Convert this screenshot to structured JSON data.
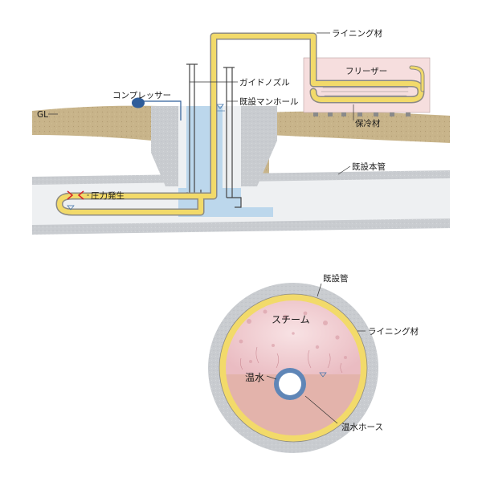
{
  "labels": {
    "gl": "GL",
    "lining_top": "ライニング材",
    "freezer": "フリーザー",
    "guide_nozzle": "ガイドノズル",
    "compressor": "コンプレッサー",
    "existing_manhole": "既設マンホール",
    "cold_insulation": "保冷材",
    "existing_main_pipe": "既設本管",
    "pressure_generation": "圧力発生",
    "existing_pipe": "既設管",
    "steam": "スチーム",
    "lining_bottom": "ライニング材",
    "hot_water": "温水",
    "hot_water_hose": "温水ホース"
  },
  "colors": {
    "ground": "#c8b48a",
    "pipe_gray": "#c9ccd0",
    "pipe_inner": "#eef0f2",
    "water_blue": "#bcd7ec",
    "liner_yellow": "#f2da6a",
    "liner_outline": "#8c8a84",
    "freezer_pink": "#f6dede",
    "compressor_blue": "#2f5d9a",
    "arrow_red": "#d6262b",
    "steam_pink": "#f0c8cc",
    "hot_water_pink": "#e3b3ab",
    "hose_blue": "#5f86b7"
  }
}
